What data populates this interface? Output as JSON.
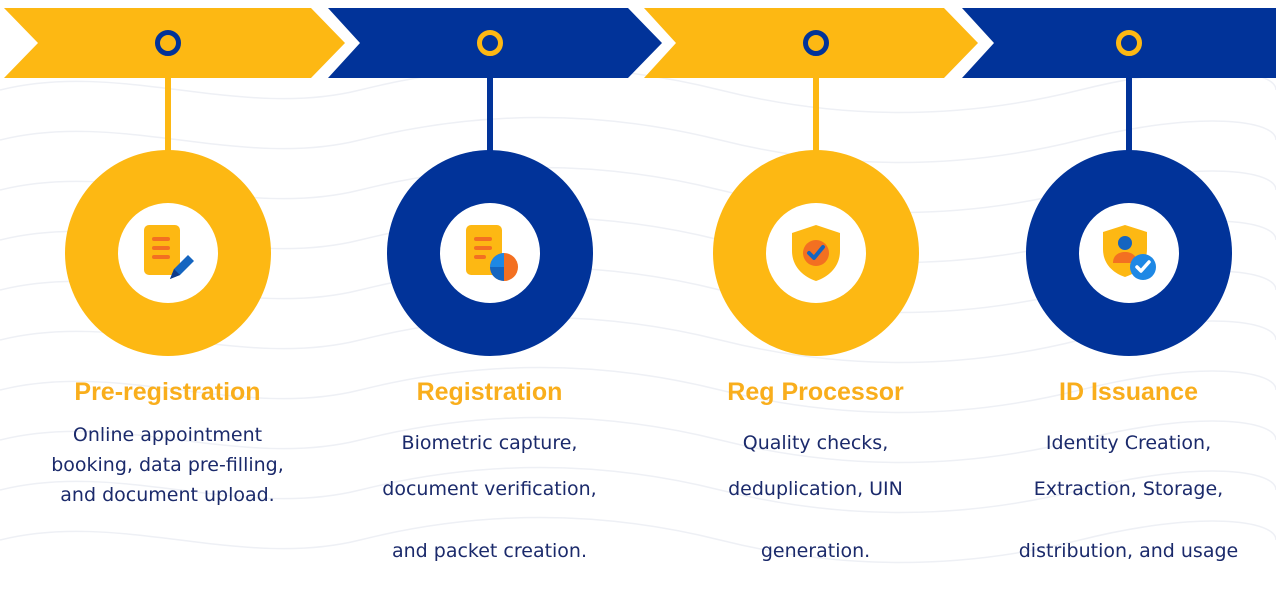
{
  "colors": {
    "yellow": "#FDB813",
    "blue": "#013399",
    "title": "#F9AE1C",
    "text": "#1b2a6b"
  },
  "stages": [
    {
      "title": "Pre-registration",
      "description": [
        "Online appointment",
        "booking, data pre-filling,",
        "and document upload."
      ],
      "icon": "document-pen-icon",
      "color": "yellow"
    },
    {
      "title": "Registration",
      "description": [
        "Biometric capture,",
        "document verification,",
        "and packet creation."
      ],
      "icon": "document-chart-icon",
      "color": "blue"
    },
    {
      "title": "Reg Processor",
      "description": [
        "Quality checks,",
        "deduplication, UIN",
        "generation."
      ],
      "icon": "shield-check-icon",
      "color": "yellow"
    },
    {
      "title": "ID Issuance",
      "description": [
        "Identity Creation,",
        "Extraction, Storage,",
        "distribution, and usage"
      ],
      "icon": "user-shield-check-icon",
      "color": "blue"
    }
  ]
}
